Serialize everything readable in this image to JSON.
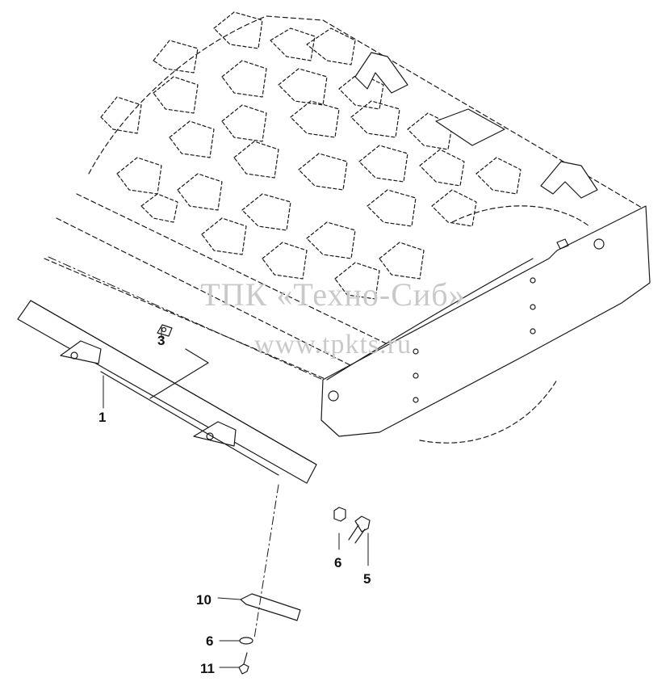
{
  "watermark": {
    "line1": "ТПК «Техно-Сиб»",
    "line2": "www.tpkts.ru"
  },
  "callouts": {
    "c1": "1",
    "c3": "3",
    "c5": "5",
    "c6a": "6",
    "c6b": "6",
    "c10": "10",
    "c11": "11"
  },
  "colors": {
    "line": "#1a1a1a",
    "watermark": "#c9c9c9",
    "background": "#ffffff"
  }
}
